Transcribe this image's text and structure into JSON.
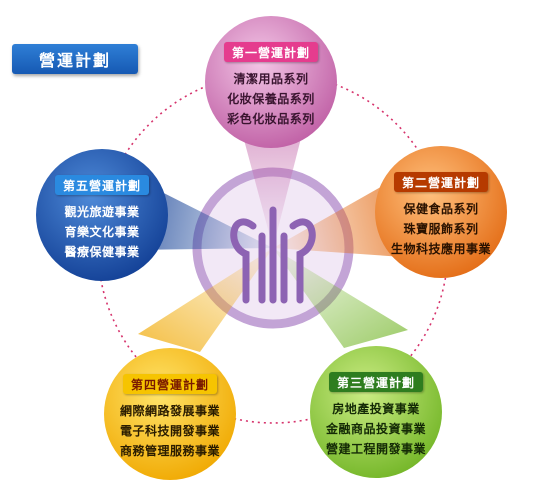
{
  "title": "營運計劃",
  "phases": [
    {
      "key": "p1",
      "title": "第一營運計劃",
      "items": [
        "清潔用品系列",
        "化妝保養品系列",
        "彩色化妝品系列"
      ],
      "colors": {
        "light": "#f3c6e6",
        "dark": "#bf5ea4",
        "pill": "#e53c8e",
        "pill_text": "#ffffff",
        "item_text": "#3a1530"
      }
    },
    {
      "key": "p2",
      "title": "第二營運計劃",
      "items": [
        "保健食品系列",
        "珠寶服飾系列",
        "生物科技應用事業"
      ],
      "colors": {
        "light": "#ffc07d",
        "dark": "#e36b14",
        "pill": "#b63a00",
        "pill_text": "#ffffff",
        "item_text": "#2a1200"
      }
    },
    {
      "key": "p3",
      "title": "第三營運計劃",
      "items": [
        "房地產投資事業",
        "金融商品投資事業",
        "營建工程開發事業"
      ],
      "colors": {
        "light": "#cbec84",
        "dark": "#72b526",
        "pill": "#2e7d1f",
        "pill_text": "#ffffff",
        "item_text": "#142a06"
      }
    },
    {
      "key": "p4",
      "title": "第四營運計劃",
      "items": [
        "網際網路發展事業",
        "電子科技開發事業",
        "商務管理服務事業"
      ],
      "colors": {
        "light": "#ffe46a",
        "dark": "#f0a800",
        "pill": "#f6c400",
        "pill_text": "#7a1a00",
        "item_text": "#2a1c00"
      }
    },
    {
      "key": "p5",
      "title": "第五營運計劃",
      "items": [
        "觀光旅遊事業",
        "育樂文化事業",
        "醫療保健事業"
      ],
      "colors": {
        "light": "#4e8ad8",
        "dark": "#123f95",
        "pill": "#2a8ae0",
        "pill_text": "#ffffff",
        "item_text": "#ffffff"
      }
    }
  ],
  "center": {
    "ring": "#c3a4d6",
    "circle": "#f2e8f6",
    "emblem": "#8d63b3"
  },
  "orbit_color": "#d6336c"
}
